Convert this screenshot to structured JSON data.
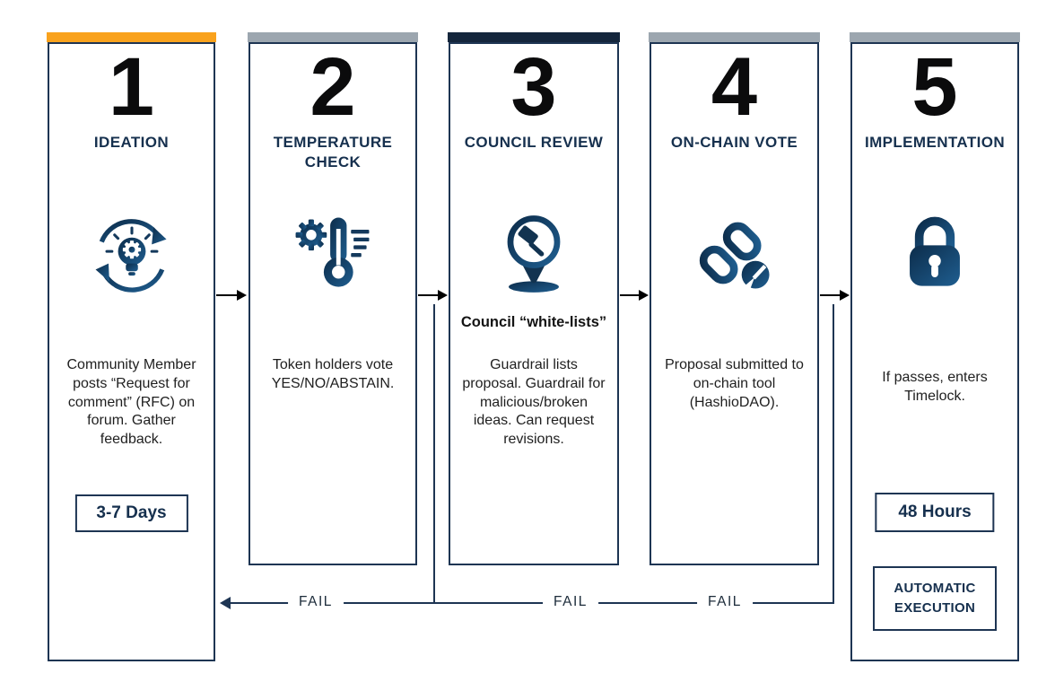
{
  "colors": {
    "orange_bar": "#F9A21D",
    "gray_bar": "#9CA6AF",
    "navy_bar": "#14263C",
    "card_border": "#1E3553",
    "icon_navy": "#14395C"
  },
  "steps": [
    {
      "number": "1",
      "title": "IDEATION",
      "icon": "ideation-cycle-icon",
      "bar_color": "#F9A21D",
      "body": "Community Member posts “Request for comment” (RFC) on forum. Gather feedback.",
      "badge": "3-7 Days"
    },
    {
      "number": "2",
      "title": "TEMPERATURE CHECK",
      "icon": "temperature-check-icon",
      "bar_color": "#9CA6AF",
      "body": "Token holders vote YES/NO/ABSTAIN."
    },
    {
      "number": "3",
      "title": "COUNCIL REVIEW",
      "icon": "council-gavel-pin-icon",
      "bar_color": "#14263C",
      "lead": "Council “white-lists”",
      "body": "Guardrail lists proposal. Guardrail for malicious/broken ideas. Can request revisions."
    },
    {
      "number": "4",
      "title": "ON-CHAIN VOTE",
      "icon": "chain-link-icon",
      "bar_color": "#9CA6AF",
      "body": "Proposal submitted to on-chain tool (HashioDAO)."
    },
    {
      "number": "5",
      "title": "IMPLEMENTATION",
      "icon": "padlock-icon",
      "bar_color": "#9CA6AF",
      "body": "If passes, enters Timelock.",
      "badge": "48 Hours",
      "badge2": "AUTOMATIC EXECUTION"
    }
  ],
  "fail": {
    "labels": [
      "FAIL",
      "FAIL",
      "FAIL"
    ]
  }
}
